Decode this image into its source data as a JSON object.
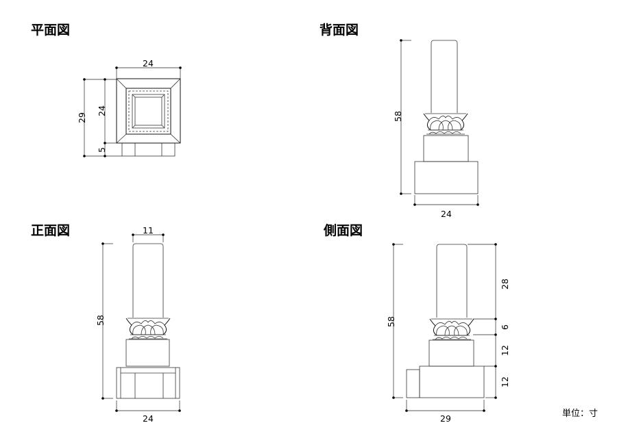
{
  "views": {
    "plan": {
      "title": "平面図",
      "width": "24",
      "depth_total": "29",
      "depth_top": "24",
      "depth_base": "5"
    },
    "back": {
      "title": "背面図",
      "height": "58",
      "width": "24"
    },
    "front": {
      "title": "正面図",
      "column_width": "11",
      "height": "58",
      "width": "24"
    },
    "side": {
      "title": "側面図",
      "height": "58",
      "width": "29",
      "column_height": "28",
      "lotus_height": "6",
      "middle_height": "12",
      "base_height": "12"
    }
  },
  "unit_label": "単位：寸",
  "colors": {
    "line": "#333333",
    "text": "#000000"
  }
}
